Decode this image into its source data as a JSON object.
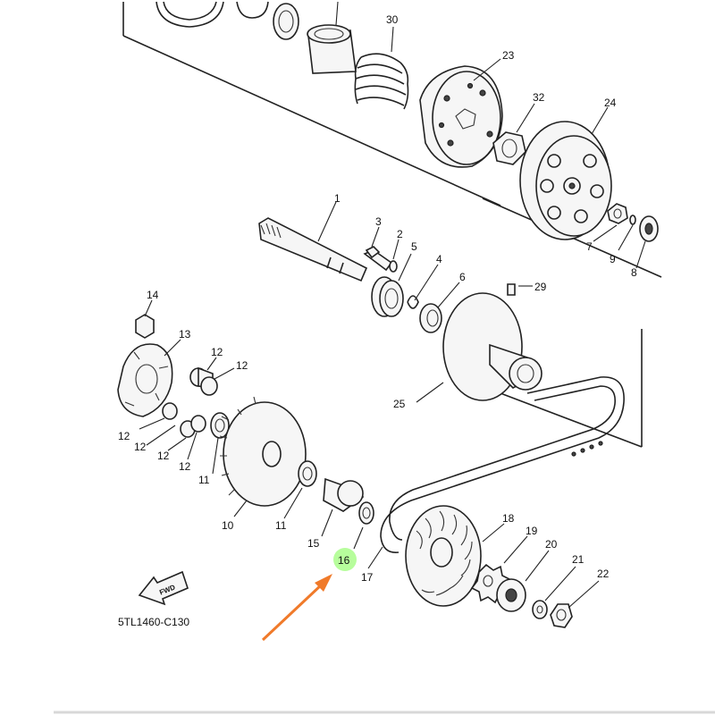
{
  "diagram": {
    "code": "5TL1460-C130",
    "fwd": "FWD",
    "highlight_color": "#7CFC4A",
    "arrow_color": "#F07A2A",
    "callouts": {
      "c1": "1",
      "c2": "2",
      "c3": "3",
      "c4": "4",
      "c5": "5",
      "c6": "6",
      "c7": "7",
      "c8": "8",
      "c9": "9",
      "c10": "10",
      "c11a": "11",
      "c11b": "11",
      "c12a": "12",
      "c12b": "12",
      "c12c": "12",
      "c12d": "12",
      "c12e": "12",
      "c13": "13",
      "c14": "14",
      "c15": "15",
      "c16": "16",
      "c17": "17",
      "c18": "18",
      "c19": "19",
      "c20": "20",
      "c21": "21",
      "c22": "22",
      "c23": "23",
      "c24": "24",
      "c25": "25",
      "c29": "29",
      "c30": "30",
      "c32": "32"
    }
  }
}
